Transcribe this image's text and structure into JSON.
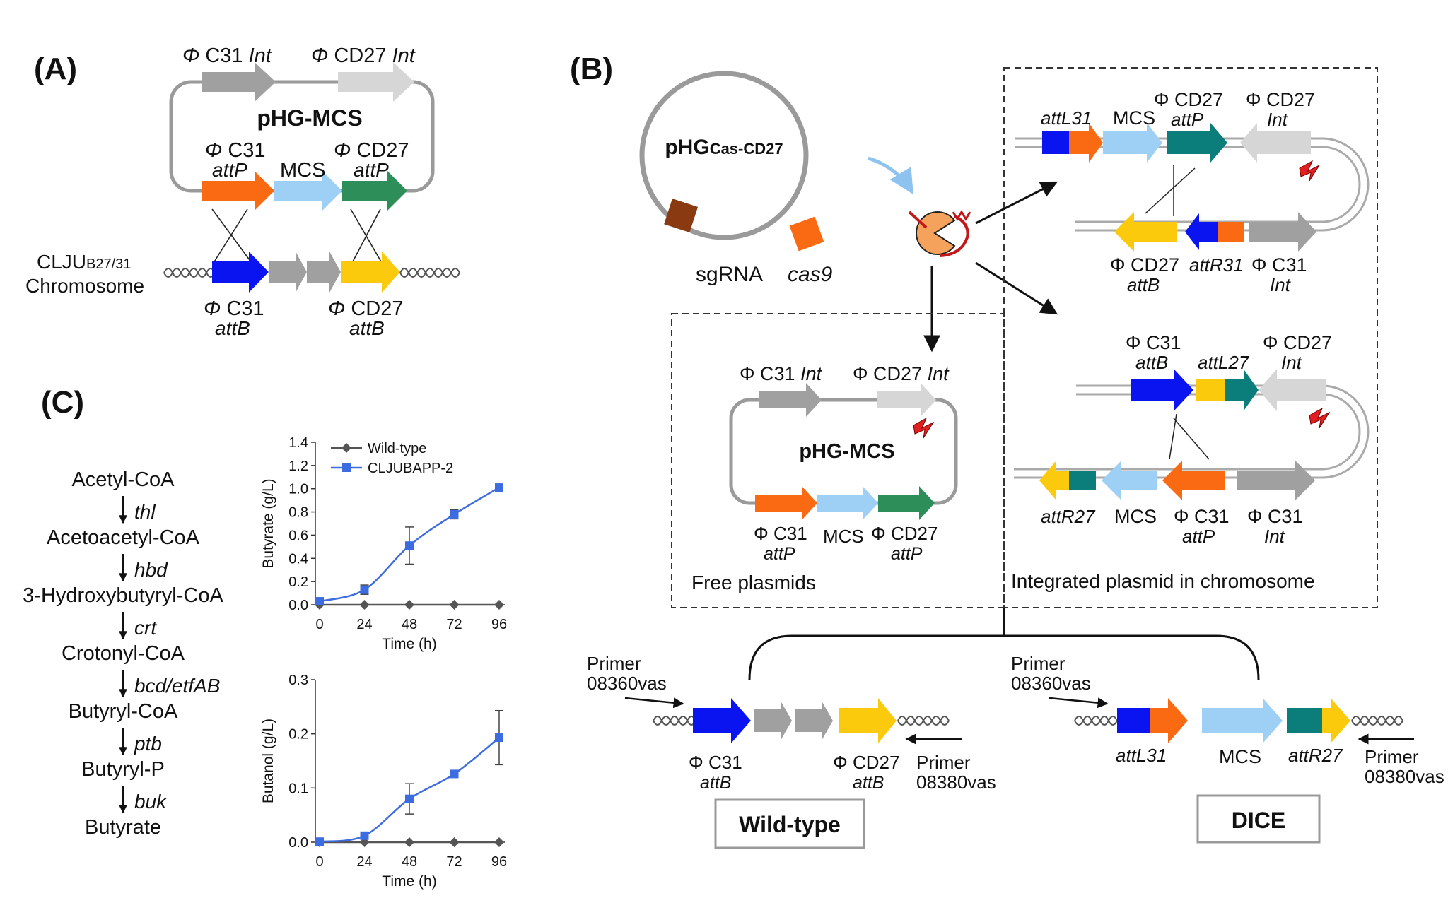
{
  "panels": {
    "a": "(A)",
    "b": "(B)",
    "c": "(C)"
  },
  "colors": {
    "orange": "#F96A13",
    "light_blue": "#9DD0F4",
    "green": "#2E8E5A",
    "teal": "#0B7D7A",
    "blue": "#0A14F0",
    "yellow": "#FCCA0C",
    "gray": "#A0A0A0",
    "light_gray": "#D6D6D6",
    "brown": "#8A3A10",
    "pacman": "#F4A25C",
    "series_blue": "#3D6CE0",
    "series_gray": "#555555",
    "enzyme_blue": "#1A6FC9"
  },
  "panelA": {
    "plasmid_name": "pHG-MCS",
    "int1_phi": "Φ",
    "int1_name": "C31",
    "int1_suffix": "Int",
    "int2_phi": "Φ",
    "int2_name": "CD27",
    "int2_suffix": "Int",
    "attp1_phi": "Φ",
    "attp1_name": "C31",
    "attp1_site": "attP",
    "mcs": "MCS",
    "attp2_phi": "Φ",
    "attp2_name": "CD27",
    "attp2_site": "attP",
    "strain_label": "CLJU",
    "strain_sub": "B27/31",
    "chromosome": "Chromosome",
    "attb1_phi": "Φ",
    "attb1_name": "C31",
    "attb1_site": "attB",
    "attb2_phi": "Φ",
    "attb2_name": "CD27",
    "attb2_site": "attB"
  },
  "panelB": {
    "plasmid_prefix": "pHG",
    "plasmid_sub": "Cas-CD27",
    "sgrna": "sgRNA",
    "cas9": "cas9",
    "free": {
      "int1": "Φ C31",
      "int1_suffix": "Int",
      "int2": "Φ CD27",
      "int2_suffix": "Int",
      "plasmid_name": "pHG-MCS",
      "attp1": "Φ C31",
      "attp1_site": "attP",
      "mcs": "MCS",
      "attp2": "Φ CD27",
      "attp2_site": "attP",
      "box_label": "Free plasmids"
    },
    "int_top": {
      "attl31": "attL31",
      "mcs": "MCS",
      "attp": "Φ CD27",
      "attp_site": "attP",
      "int": "Φ CD27",
      "int_suffix": "Int",
      "attb": "Φ CD27",
      "attb_site": "attB",
      "attr31": "attR31",
      "int31": "Φ C31",
      "int31_suffix": "Int"
    },
    "int_bottom": {
      "attb": "Φ C31",
      "attb_site": "attB",
      "attl27": "attL27",
      "int": "Φ CD27",
      "int_suffix": "Int",
      "attr27": "attR27",
      "mcs": "MCS",
      "attp": "Φ C31",
      "attp_site": "attP",
      "int31": "Φ C31",
      "int31_suffix": "Int"
    },
    "integrated_label": "Integrated  plasmid in chromosome",
    "wt": {
      "primer_f1": "Primer",
      "primer_f2": "08360vas",
      "primer_r1": "Primer",
      "primer_r2": "08380vas",
      "attb1": "Φ C31",
      "attb1_site": "attB",
      "attb2": "Φ CD27",
      "attb2_site": "attB",
      "box": "Wild-type"
    },
    "dice": {
      "primer_f1": "Primer",
      "primer_f2": "08360vas",
      "primer_r1": "Primer",
      "primer_r2": "08380vas",
      "attl31": "attL31",
      "mcs": "MCS",
      "attr27": "attR27",
      "box": "DICE"
    }
  },
  "panelC": {
    "pathway": [
      {
        "metabolite": "Acetyl-CoA",
        "enzyme": "thl"
      },
      {
        "metabolite": "Acetoacetyl-CoA",
        "enzyme": "hbd"
      },
      {
        "metabolite": "3-Hydroxybutyryl-CoA",
        "enzyme": "crt"
      },
      {
        "metabolite": "Crotonyl-CoA",
        "enzyme": "bcd/etfAB"
      },
      {
        "metabolite": "Butyryl-CoA",
        "enzyme": "ptb"
      },
      {
        "metabolite": "Butyryl-P",
        "enzyme": "buk"
      },
      {
        "metabolite": "Butyrate",
        "enzyme": ""
      }
    ]
  },
  "chart_data": [
    {
      "type": "line",
      "title": "",
      "xlabel": "Time (h)",
      "ylabel": "Butyrate (g/L)",
      "x": [
        0,
        24,
        48,
        72,
        96
      ],
      "xticks": [
        "0",
        "24",
        "48",
        "72",
        "96"
      ],
      "ylim": [
        0,
        1.4
      ],
      "yticks": [
        "0.0",
        "0.2",
        "0.4",
        "0.6",
        "0.8",
        "1.0",
        "1.2",
        "1.4"
      ],
      "legend": "top-left",
      "series": [
        {
          "name": "Wild-type",
          "values": [
            0,
            0,
            0,
            0,
            0
          ],
          "errors": [
            0,
            0,
            0,
            0,
            0
          ],
          "color": "#555555",
          "marker": "diamond"
        },
        {
          "name": "CLJUBAPP-2",
          "values": [
            0.03,
            0.13,
            0.51,
            0.78,
            1.01
          ],
          "errors": [
            0.01,
            0.04,
            0.16,
            0.04,
            0.01
          ],
          "color": "#3D6CE0",
          "marker": "square"
        }
      ]
    },
    {
      "type": "line",
      "title": "",
      "xlabel": "Time (h)",
      "ylabel": "Butanol (g/L)",
      "x": [
        0,
        24,
        48,
        72,
        96
      ],
      "xticks": [
        "0",
        "24",
        "48",
        "72",
        "96"
      ],
      "ylim": [
        0,
        0.3
      ],
      "yticks": [
        "0.0",
        "0.1",
        "0.2",
        "0.3"
      ],
      "series": [
        {
          "name": "Wild-type",
          "values": [
            0,
            0,
            0,
            0,
            0
          ],
          "errors": [
            0,
            0,
            0,
            0,
            0
          ],
          "color": "#555555",
          "marker": "diamond"
        },
        {
          "name": "CLJUBAPP-2",
          "values": [
            0.001,
            0.012,
            0.08,
            0.126,
            0.193
          ],
          "errors": [
            0,
            0,
            0.028,
            0,
            0.05
          ],
          "color": "#3D6CE0",
          "marker": "square"
        }
      ]
    }
  ]
}
